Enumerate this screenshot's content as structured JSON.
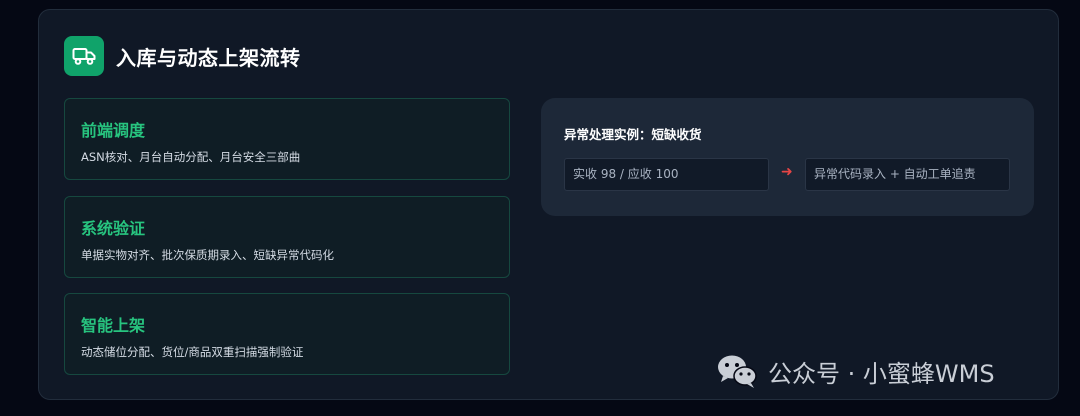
{
  "header": {
    "title": "入库与动态上架流转",
    "icon": "truck-icon",
    "icon_color": "#10a36a"
  },
  "steps": [
    {
      "title": "前端调度",
      "desc": "ASN核对、月台自动分配、月台安全三部曲"
    },
    {
      "title": "系统验证",
      "desc": "单据实物对齐、批次保质期录入、短缺异常代码化"
    },
    {
      "title": "智能上架",
      "desc": "动态储位分配、货位/商品双重扫描强制验证"
    }
  ],
  "example": {
    "title": "异常处理实例：短缺收货",
    "left_box": "实收 98 / 应收 100",
    "arrow": "➜",
    "right_box": "异常代码录入 + 自动工单追责",
    "arrow_color": "#e64545"
  },
  "watermark": {
    "text": "公众号 · 小蜜蜂WMS",
    "icon": "wechat-icon"
  },
  "colors": {
    "accent_green": "#27c47f",
    "background": "#050814",
    "panel": "#101826"
  }
}
